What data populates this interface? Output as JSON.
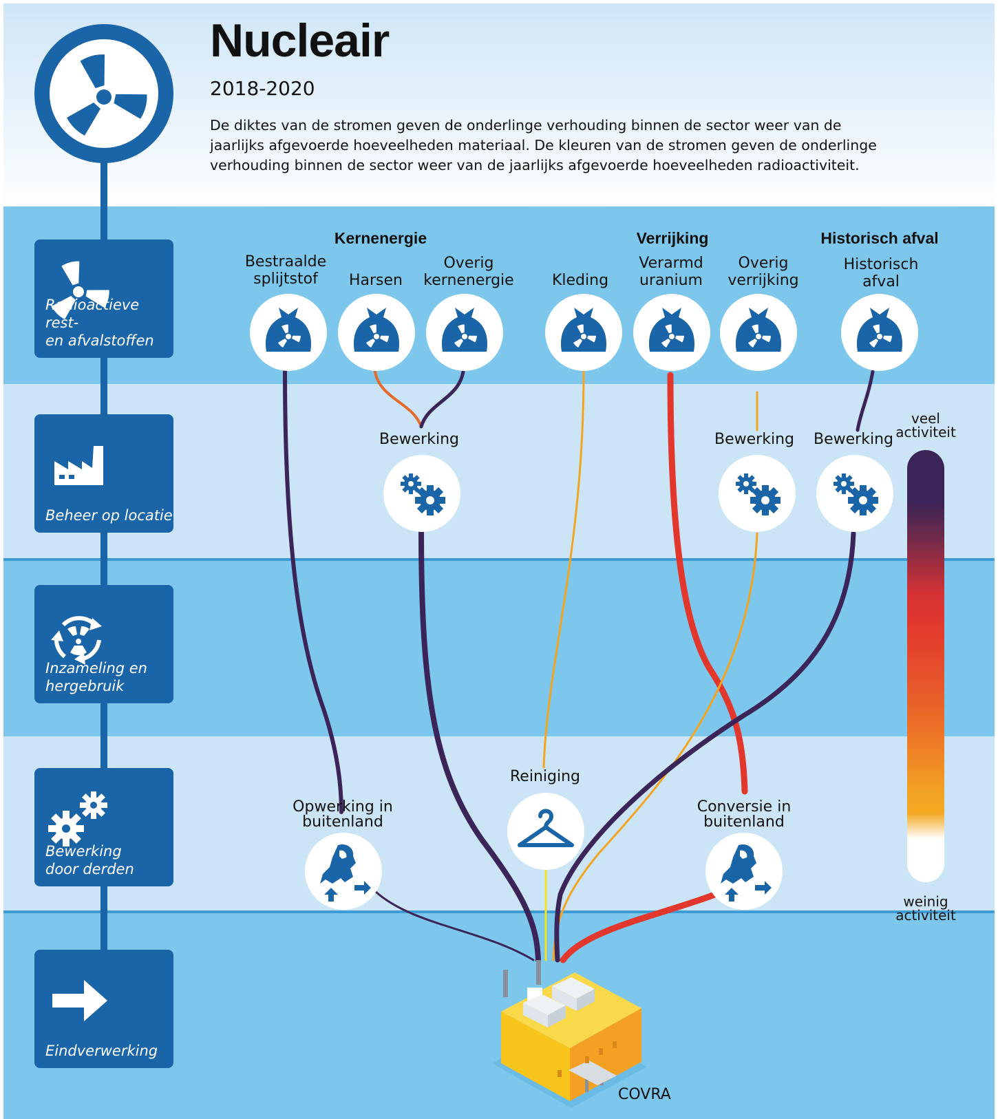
{
  "header": {
    "title": "Nucleair",
    "years": "2018-2020",
    "description": "De diktes van de stromen geven de onderlinge verhouding binnen de sector weer van de jaarlijks afgevoerde hoeveelheden materiaal. De kleuren van de stromen geven de onderlinge verhouding binnen de sector weer van de jaarlijks afgevoerde hoeveelheden radioactiviteit."
  },
  "stages": [
    {
      "label": "Radioactieve rest-\nen afvalstoffen",
      "icon": "radiation-icon"
    },
    {
      "label": "Beheer op locatie",
      "icon": "factory-icon"
    },
    {
      "label": "Inzameling en\nhergebruik",
      "icon": "recycle-icon"
    },
    {
      "label": "Bewerking\ndoor derden",
      "icon": "gears-icon"
    },
    {
      "label": "Eindverwerking",
      "icon": "arrow-right-icon"
    }
  ],
  "categories": {
    "kernenergie": "Kernenergie",
    "verrijking": "Verrijking",
    "historisch": "Historisch afval"
  },
  "sources": {
    "bestraalde": "Bestraalde\nsplijtstof",
    "harsen": "Harsen",
    "overig_kern": "Overig\nkernenergie",
    "kleding": "Kleding",
    "verarmd": "Verarmd\nuranium",
    "overig_verr": "Overig\nverrijking",
    "historisch": "Historisch\nafval"
  },
  "processing": {
    "bewerking_kern": "Bewerking",
    "bewerking_verr": "Bewerking",
    "bewerking_hist": "Bewerking",
    "opwerking": "Opwerking in\nbuitenland",
    "reiniging": "Reiniging",
    "conversie": "Conversie in\nbuitenland",
    "covra": "COVRA"
  },
  "legend": {
    "high": "veel\nactiviteit",
    "low": "weinig\nactiviteit"
  },
  "colors": {
    "brand_blue": "#1a64a8",
    "band_dark": "#7ec7ec",
    "band_light": "#cbe5f6",
    "flow_purple": "#3b2457",
    "flow_red": "#e2372d",
    "flow_orange": "#e56a2b",
    "flow_amber": "#f2a523",
    "flow_yellow": "#f5e31e",
    "building_yellow": "#f7c51b"
  }
}
